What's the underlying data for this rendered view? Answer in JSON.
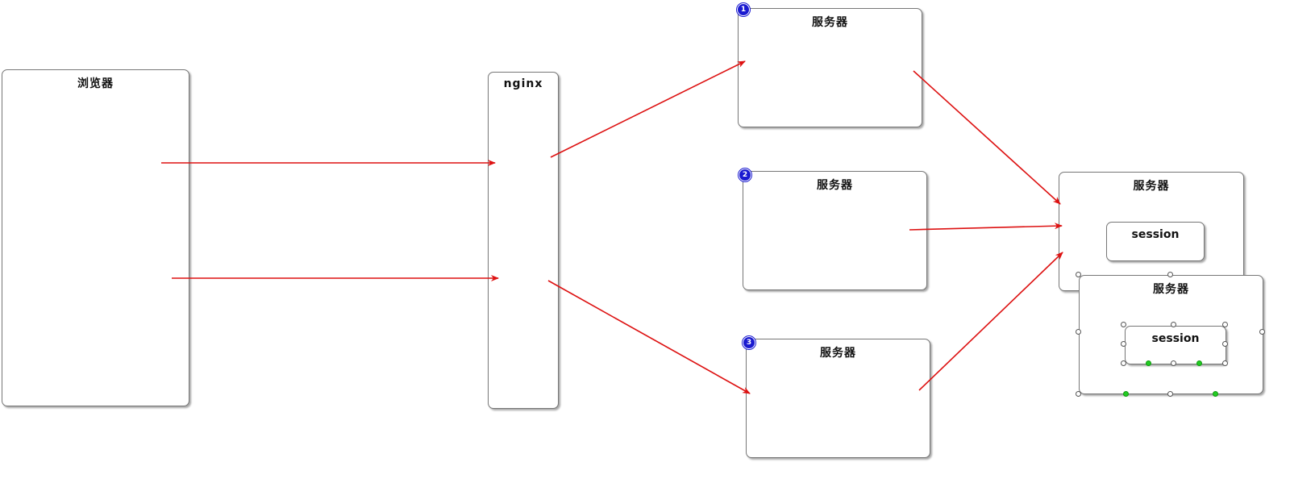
{
  "nodes": {
    "browser": {
      "label": "浏览器"
    },
    "nginx": {
      "label": "nginx"
    },
    "server1": {
      "label": "服务器",
      "badge": "1"
    },
    "server2": {
      "label": "服务器",
      "badge": "2"
    },
    "server3": {
      "label": "服务器",
      "badge": "3"
    },
    "session_server_a": {
      "label": "服务器",
      "session_label": "session"
    },
    "session_server_b": {
      "label": "服务器",
      "session_label": "session"
    }
  },
  "colors": {
    "arrow": "#dd1111",
    "badge": "#1a1ad0",
    "border": "#777777",
    "handle_selected": "#22cc22"
  }
}
